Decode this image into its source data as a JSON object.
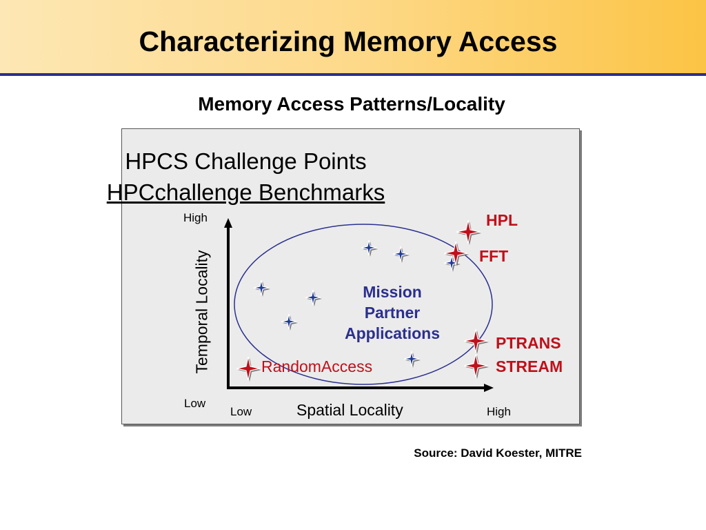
{
  "slide": {
    "title": "Characterizing Memory Access",
    "subtitle": "Memory Access Patterns/Locality",
    "source": "Source: David Koester, MITRE"
  },
  "diagram": {
    "heading_line1": "HPCS Challenge Points",
    "heading_line2": "HPCchallenge Benchmarks",
    "y_axis": {
      "label": "Temporal Locality",
      "high": "High",
      "low": "Low"
    },
    "x_axis": {
      "label": "Spatial Locality",
      "low": "Low",
      "high": "High"
    },
    "region_label": [
      "Mission",
      "Partner",
      "Applications"
    ],
    "benchmarks": [
      {
        "name": "HPL"
      },
      {
        "name": "FFT"
      },
      {
        "name": "PTRANS"
      },
      {
        "name": "STREAM"
      },
      {
        "name": "RandomAccess"
      }
    ],
    "colors": {
      "benchmark": "#c0101a",
      "application": "#1f3a93",
      "region": "#2b2f8f"
    }
  }
}
